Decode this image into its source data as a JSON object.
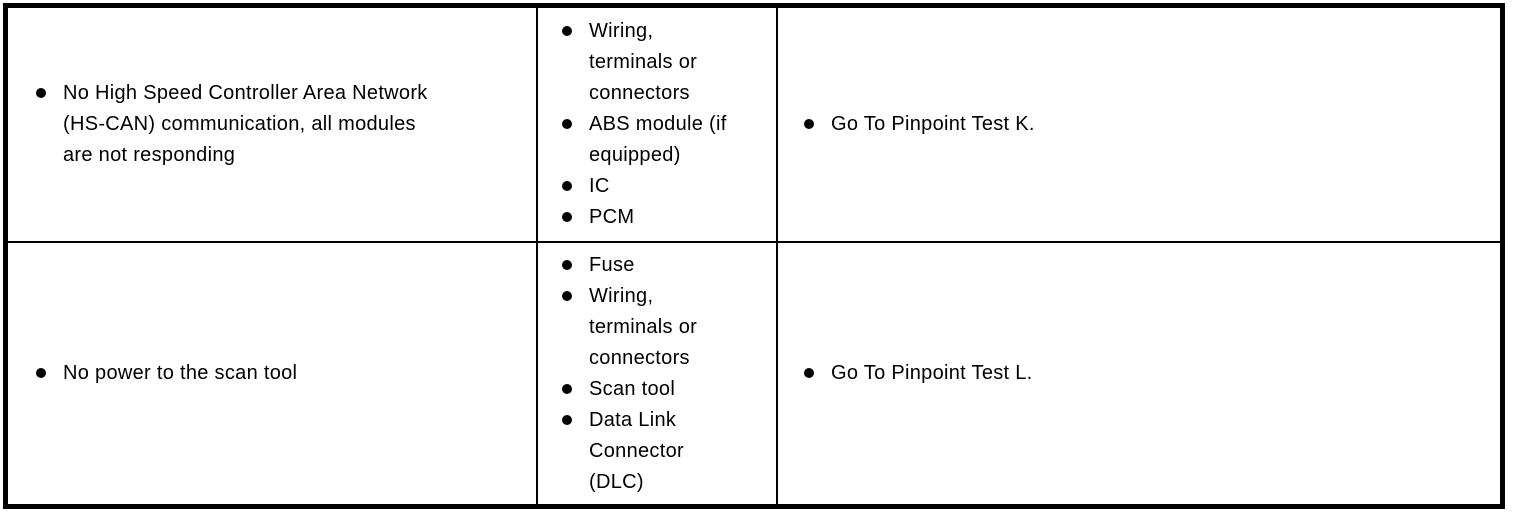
{
  "colors": {
    "border": "#000000",
    "text": "#000000",
    "background": "#ffffff"
  },
  "table": {
    "rows": [
      {
        "condition": {
          "items": [
            {
              "lines": [
                "No High Speed Controller Area Network",
                "(HS-CAN) communication, all modules",
                "are not responding"
              ]
            }
          ]
        },
        "possible_sources": {
          "items": [
            {
              "lines": [
                "Wiring,",
                "terminals or",
                "connectors"
              ]
            },
            {
              "lines": [
                "ABS module (if",
                "equipped)"
              ]
            },
            {
              "lines": [
                "IC"
              ]
            },
            {
              "lines": [
                "PCM"
              ]
            }
          ]
        },
        "action": {
          "items": [
            {
              "lines": [
                "Go To Pinpoint Test K."
              ]
            }
          ]
        }
      },
      {
        "condition": {
          "items": [
            {
              "lines": [
                "No power to the scan tool"
              ]
            }
          ]
        },
        "possible_sources": {
          "items": [
            {
              "lines": [
                "Fuse"
              ]
            },
            {
              "lines": [
                "Wiring,",
                "terminals or",
                "connectors"
              ]
            },
            {
              "lines": [
                "Scan tool"
              ]
            },
            {
              "lines": [
                "Data Link",
                "Connector",
                "(DLC)"
              ]
            }
          ]
        },
        "action": {
          "items": [
            {
              "lines": [
                "Go To Pinpoint Test L."
              ]
            }
          ]
        }
      }
    ]
  }
}
